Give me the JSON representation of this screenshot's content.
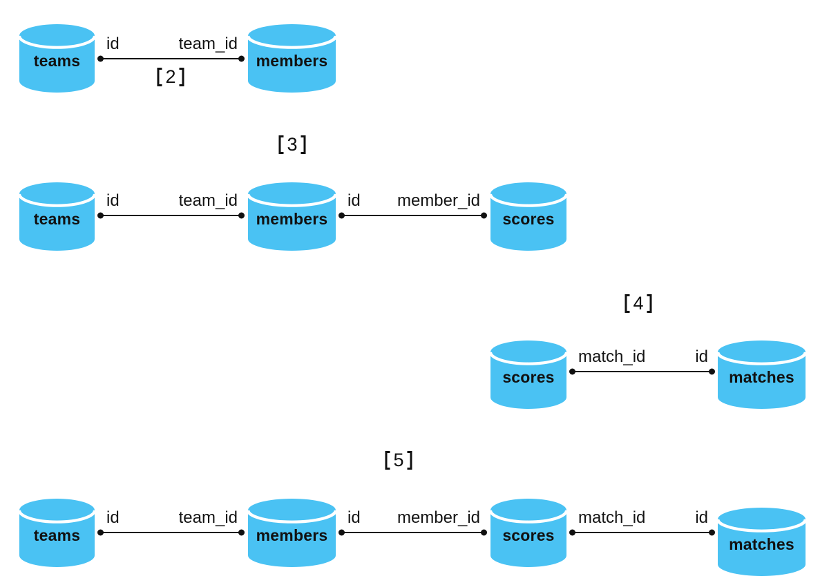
{
  "diagram": {
    "colors": {
      "node_fill": "#4AC2F3",
      "node_rim": "#FFFFFF",
      "line": "#111111",
      "text": "#111111",
      "background": "#FFFFFF"
    },
    "rows": [
      {
        "section_label": "【2】",
        "section_number": "2",
        "nodes": [
          {
            "name": "teams"
          },
          {
            "name": "members"
          }
        ],
        "links": [
          {
            "left_key": "id",
            "right_key": "team_id"
          }
        ]
      },
      {
        "section_label": "【3】",
        "section_number": "3",
        "nodes": [
          {
            "name": "teams"
          },
          {
            "name": "members"
          },
          {
            "name": "scores"
          }
        ],
        "links": [
          {
            "left_key": "id",
            "right_key": "team_id"
          },
          {
            "left_key": "id",
            "right_key": "member_id"
          }
        ]
      },
      {
        "section_label": "【4】",
        "section_number": "4",
        "nodes": [
          {
            "name": "scores"
          },
          {
            "name": "matches"
          }
        ],
        "links": [
          {
            "left_key": "match_id",
            "right_key": "id"
          }
        ]
      },
      {
        "section_label": "【5】",
        "section_number": "5",
        "nodes": [
          {
            "name": "teams"
          },
          {
            "name": "members"
          },
          {
            "name": "scores"
          },
          {
            "name": "matches"
          }
        ],
        "links": [
          {
            "left_key": "id",
            "right_key": "team_id"
          },
          {
            "left_key": "id",
            "right_key": "member_id"
          },
          {
            "left_key": "match_id",
            "right_key": "id"
          }
        ]
      }
    ]
  }
}
